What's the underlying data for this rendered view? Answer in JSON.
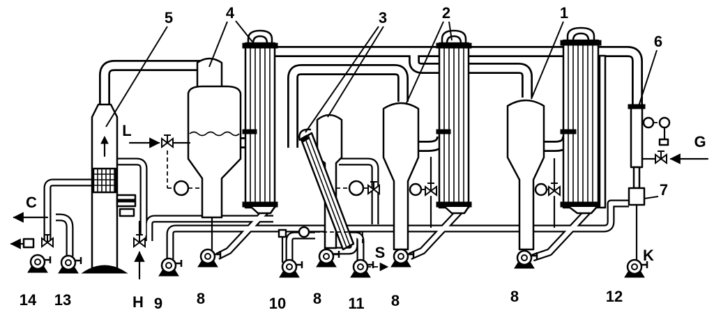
{
  "labels": {
    "n1": "1",
    "n2": "2",
    "n3": "3",
    "n4": "4",
    "n5": "5",
    "n6": "6",
    "n7": "7",
    "n8_a": "8",
    "n8_b": "8",
    "n8_c": "8",
    "n8_d": "8",
    "n9": "9",
    "n10": "10",
    "n11": "11",
    "n12": "12",
    "n13": "13",
    "n14": "14"
  },
  "streams": {
    "C": "C",
    "H": "H",
    "L": "L",
    "S": "S",
    "G": "G",
    "K": "K"
  },
  "colors": {
    "line": "#000000",
    "background": "#ffffff"
  }
}
